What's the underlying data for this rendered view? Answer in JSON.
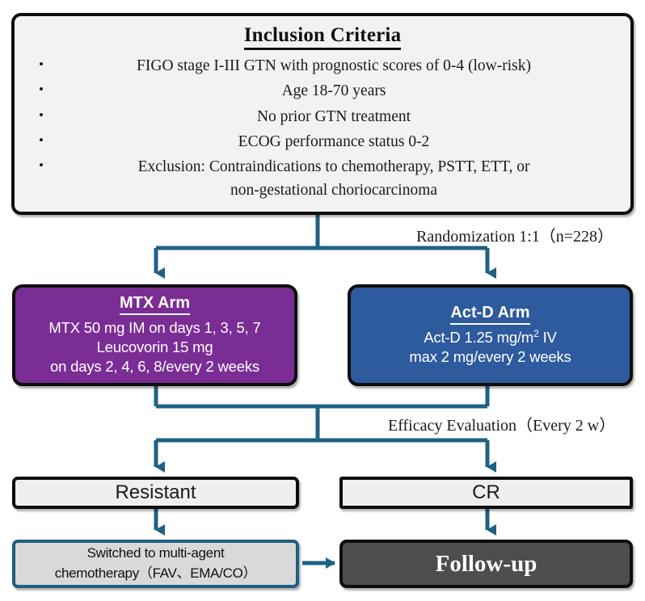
{
  "criteria": {
    "title": "Inclusion Criteria",
    "items": [
      {
        "text": "FIGO stage I-III GTN with prognostic scores of 0-4 (low-risk)"
      },
      {
        "text": "Age 18-70 years"
      },
      {
        "text": "No prior GTN treatment"
      },
      {
        "text": "ECOG performance status 0-2"
      },
      {
        "text": "Exclusion: Contraindications to chemotherapy, PSTT, ETT, or",
        "cont": "non-gestational choriocarcinoma"
      }
    ]
  },
  "connectors": {
    "randomization_label": "Randomization 1:1（n=228）",
    "efficacy_label": "Efficacy Evaluation（Every 2 w）",
    "line_color": "#1f6183"
  },
  "arms": {
    "mtx": {
      "title": "MTX Arm",
      "line1": "MTX 50 mg IM on days 1, 3, 5, 7",
      "line2": "Leucovorin 15 mg",
      "line3": "on days 2, 4, 6, 8/every 2 weeks",
      "color": "#7b2d96"
    },
    "actd": {
      "title": "Act-D Arm",
      "line1_pre": "Act-D 1.25 mg/m",
      "line1_sup": "2",
      "line1_post": " IV",
      "line2": "max 2 mg/every 2 weeks",
      "color": "#2e5a9e"
    }
  },
  "outcomes": {
    "resistant": "Resistant",
    "cr": "CR"
  },
  "bottom": {
    "switch_line1": "Switched to multi-agent",
    "switch_line2": "chemotherapy（FAV、EMA/CO）",
    "followup": "Follow-up",
    "followup_color": "#4d4d4d"
  }
}
